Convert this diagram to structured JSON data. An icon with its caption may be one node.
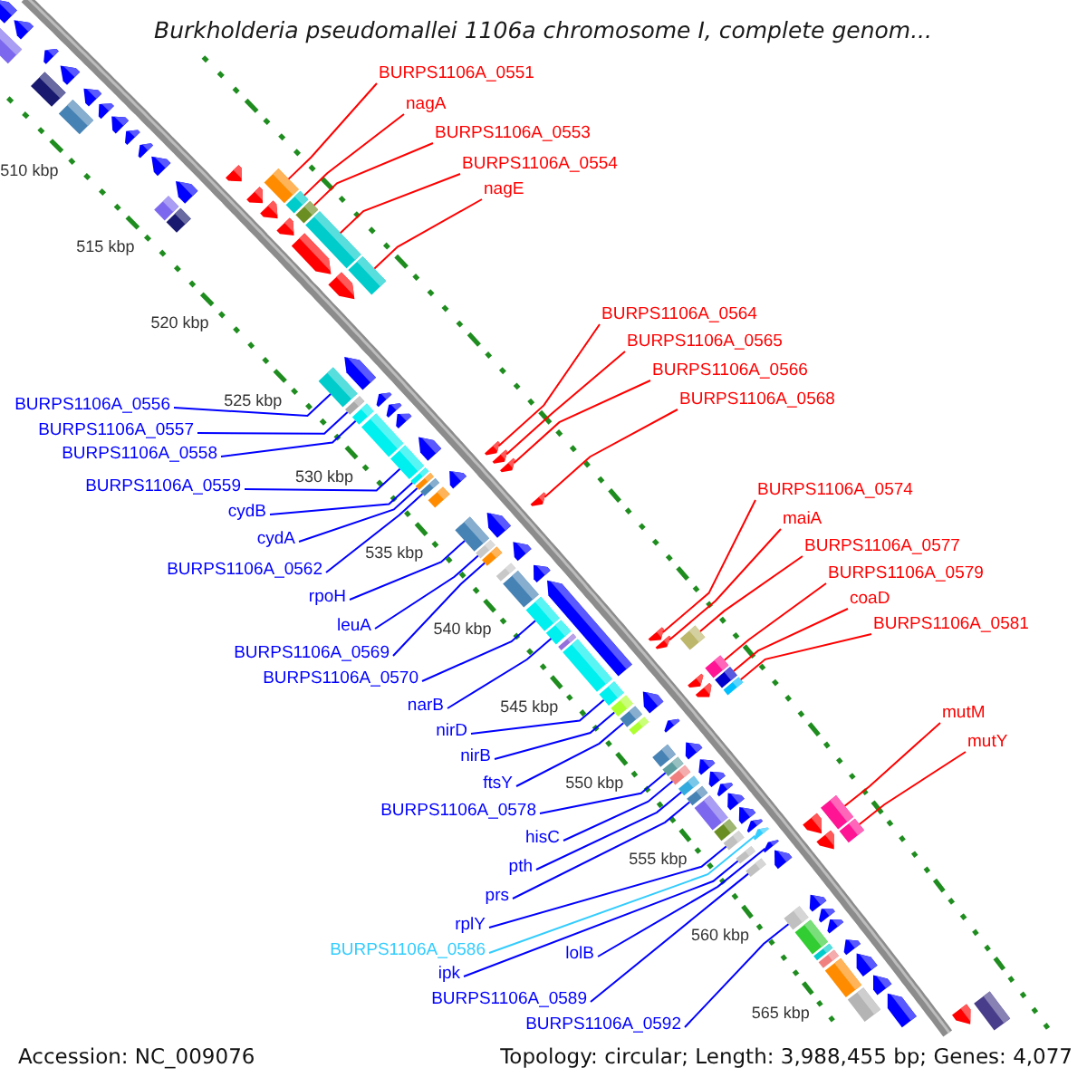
{
  "diagram": {
    "title": "Burkholderia pseudomallei 1106a chromosome I, complete genom...",
    "nodes": [
      {
        "text": [
          "BURPS1106A_0551"
        ]
      },
      {
        "text": [
          "nagA"
        ]
      },
      {
        "text": [
          "BURPS1106A_0553"
        ]
      },
      {
        "text": [
          "BURPS1106A_0554"
        ]
      },
      {
        "text": [
          "nagE"
        ]
      },
      {
        "text": [
          "BURPS1106A_0564"
        ]
      },
      {
        "text": [
          "BURPS1106A_0565"
        ]
      },
      {
        "text": [
          "BURPS1106A_0566"
        ]
      },
      {
        "text": [
          "BURPS1106A_0568"
        ]
      },
      {
        "text": [
          "BURPS1106A_0574"
        ]
      },
      {
        "text": [
          "maiA"
        ]
      },
      {
        "text": [
          "BURPS1106A_0577"
        ]
      },
      {
        "text": [
          "BURPS1106A_0579"
        ]
      },
      {
        "text": [
          "coaD"
        ]
      },
      {
        "text": [
          "BURPS1106A_0581"
        ]
      },
      {
        "text": [
          "mutM"
        ]
      },
      {
        "text": [
          "mutY"
        ]
      },
      {
        "text": [
          "BURPS1106A_0556"
        ]
      },
      {
        "text": [
          "BURPS1106A_0557"
        ]
      },
      {
        "text": [
          "BURPS1106A_0558"
        ]
      },
      {
        "text": [
          "BURPS1106A_0559"
        ]
      },
      {
        "text": [
          "cydB"
        ]
      },
      {
        "text": [
          "cydA"
        ]
      },
      {
        "text": [
          "BURPS1106A_0562"
        ]
      },
      {
        "text": [
          "rpoH"
        ]
      },
      {
        "text": [
          "leuA"
        ]
      },
      {
        "text": [
          "BURPS1106A_0569"
        ]
      },
      {
        "text": [
          "BURPS1106A_0570"
        ]
      },
      {
        "text": [
          "narB"
        ]
      },
      {
        "text": [
          "nirD"
        ]
      },
      {
        "text": [
          "nirB"
        ]
      },
      {
        "text": [
          "ftsY"
        ]
      },
      {
        "text": [
          "BURPS1106A_0578"
        ]
      },
      {
        "text": [
          "hisC"
        ]
      },
      {
        "text": [
          "pth"
        ]
      },
      {
        "text": [
          "prs"
        ]
      },
      {
        "text": [
          "rplY"
        ]
      },
      {
        "text": [
          "BURPS1106A_0586"
        ]
      },
      {
        "text": [
          "lolB"
        ]
      },
      {
        "text": [
          "ipk"
        ]
      },
      {
        "text": [
          "BURPS1106A_0589"
        ]
      },
      {
        "text": [
          "BURPS1106A_0592"
        ]
      },
      {
        "text": [],
        "shape": "arrow"
      },
      {
        "text": [],
        "shape": "arrow"
      },
      {
        "text": [],
        "shape": "box"
      },
      {
        "text": [],
        "shape": "arrow"
      },
      {
        "text": [],
        "shape": "box"
      },
      {
        "text": [],
        "shape": "arrow"
      },
      {
        "text": [],
        "shape": "arrow"
      },
      {
        "text": [],
        "shape": "box"
      },
      {
        "text": [],
        "shape": "arrow"
      },
      {
        "text": [],
        "shape": "arrow"
      },
      {
        "text": [],
        "shape": "arrow"
      },
      {
        "text": [],
        "shape": "arrow"
      },
      {
        "text": [],
        "shape": "arrow"
      },
      {
        "text": [],
        "shape": "arrow"
      },
      {
        "text": [],
        "shape": "box"
      },
      {
        "text": [],
        "shape": "box"
      },
      {
        "text": [],
        "shape": "arrow"
      },
      {
        "text": [],
        "shape": "arrow"
      },
      {
        "text": [],
        "shape": "box"
      },
      {
        "text": [],
        "shape": "arrow"
      },
      {
        "text": [],
        "shape": "box"
      },
      {
        "text": [],
        "shape": "arrow"
      },
      {
        "text": [],
        "shape": "box"
      },
      {
        "text": [],
        "shape": "arrow"
      },
      {
        "text": [],
        "shape": "box"
      },
      {
        "text": [],
        "shape": "arrow"
      },
      {
        "text": [],
        "shape": "box"
      },
      {
        "text": [],
        "shape": "box"
      },
      {
        "text": [],
        "shape": "arrow"
      },
      {
        "text": [],
        "shape": "box"
      },
      {
        "text": [],
        "shape": "box"
      },
      {
        "text": [],
        "shape": "arrow"
      },
      {
        "text": [],
        "shape": "arrow"
      },
      {
        "text": [],
        "shape": "arrow"
      },
      {
        "text": [],
        "shape": "box"
      },
      {
        "text": [],
        "shape": "box"
      },
      {
        "text": [],
        "shape": "arrow"
      },
      {
        "text": [],
        "shape": "box"
      },
      {
        "text": [],
        "shape": "box"
      },
      {
        "text": [],
        "shape": "box"
      },
      {
        "text": [],
        "shape": "arrow"
      },
      {
        "text": [],
        "shape": "box"
      },
      {
        "text": [],
        "shape": "arrow"
      },
      {
        "text": [],
        "shape": "arrow"
      },
      {
        "text": [],
        "shape": "arrow"
      },
      {
        "text": [],
        "shape": "box"
      },
      {
        "text": [],
        "shape": "arrow"
      },
      {
        "text": [],
        "shape": "box"
      },
      {
        "text": [],
        "shape": "arrow"
      },
      {
        "text": [],
        "shape": "box"
      },
      {
        "text": [],
        "shape": "arrow"
      },
      {
        "text": [],
        "shape": "box"
      },
      {
        "text": [],
        "shape": "arrow"
      },
      {
        "text": [],
        "shape": "box"
      },
      {
        "text": [],
        "shape": "box"
      },
      {
        "text": [],
        "shape": "box"
      },
      {
        "text": [],
        "shape": "arrow"
      },
      {
        "text": [],
        "shape": "box"
      },
      {
        "text": [],
        "shape": "box"
      },
      {
        "text": [],
        "shape": "arrow"
      },
      {
        "text": [],
        "shape": "arrow"
      },
      {
        "text": [],
        "shape": "box"
      },
      {
        "text": [],
        "shape": "box"
      },
      {
        "text": [],
        "shape": "box"
      },
      {
        "text": [],
        "shape": "arrow"
      },
      {
        "text": [],
        "shape": "box"
      },
      {
        "text": [],
        "shape": "box"
      },
      {
        "text": [],
        "shape": "arrow"
      },
      {
        "text": [],
        "shape": "box"
      },
      {
        "text": [],
        "shape": "arrow"
      },
      {
        "text": [],
        "shape": "arrow"
      },
      {
        "text": [],
        "shape": "box"
      },
      {
        "text": [],
        "shape": "box"
      },
      {
        "text": [],
        "shape": "box"
      },
      {
        "text": [],
        "shape": "arrow"
      },
      {
        "text": [],
        "shape": "box"
      },
      {
        "text": [],
        "shape": "box"
      },
      {
        "text": [],
        "shape": "arrow"
      },
      {
        "text": [],
        "shape": "box"
      },
      {
        "text": [],
        "shape": "arrow"
      },
      {
        "text": [],
        "shape": "box"
      },
      {
        "text": [],
        "shape": "arrow"
      },
      {
        "text": [],
        "shape": "box"
      },
      {
        "text": [],
        "shape": "arrow"
      },
      {
        "text": [],
        "shape": "arrow"
      },
      {
        "text": [],
        "shape": "box"
      },
      {
        "text": [],
        "shape": "arrow"
      },
      {
        "text": [],
        "shape": "box"
      },
      {
        "text": [],
        "shape": "arrow"
      },
      {
        "text": [],
        "shape": "box"
      },
      {
        "text": [],
        "shape": "arrow"
      },
      {
        "text": [],
        "shape": "box"
      },
      {
        "text": [],
        "shape": "arrow"
      },
      {
        "text": [],
        "shape": "arrow"
      },
      {
        "text": [],
        "shape": "box"
      },
      {
        "text": [],
        "shape": "arrow"
      },
      {
        "text": [],
        "shape": "box"
      },
      {
        "text": [],
        "shape": "arrow"
      },
      {
        "text": [],
        "shape": "box"
      },
      {
        "text": [],
        "shape": "arrow"
      },
      {
        "text": [],
        "shape": "box"
      },
      {
        "text": [],
        "shape": "arrow"
      },
      {
        "text": [],
        "shape": "box"
      },
      {
        "text": [],
        "shape": "box"
      },
      {
        "text": [],
        "shape": "arrow"
      },
      {
        "text": [],
        "shape": "arrow"
      },
      {
        "text": [],
        "shape": "box"
      },
      {
        "text": [],
        "shape": "arrow"
      },
      {
        "text": [],
        "shape": "box"
      },
      {
        "text": [],
        "shape": "arrow"
      },
      {
        "text": [],
        "shape": "arrow"
      },
      {
        "text": [],
        "shape": "box"
      }
    ],
    "edges": [
      {
        "from": 0,
        "to": 60,
        "arrow": "none",
        "color": "#ff0000"
      },
      {
        "from": 1,
        "to": 62,
        "arrow": "none",
        "color": "#ff0000"
      },
      {
        "from": 2,
        "to": 64,
        "arrow": "none",
        "color": "#ff0000"
      },
      {
        "from": 3,
        "to": 66,
        "arrow": "none",
        "color": "#ff0000"
      },
      {
        "from": 4,
        "to": 68,
        "arrow": "none",
        "color": "#ff0000"
      },
      {
        "from": 5,
        "to": 84,
        "arrow": "none",
        "color": "#ff0000"
      },
      {
        "from": 6,
        "to": 85,
        "arrow": "none",
        "color": "#ff0000"
      },
      {
        "from": 7,
        "to": 86,
        "arrow": "none",
        "color": "#ff0000"
      },
      {
        "from": 8,
        "to": 90,
        "arrow": "none",
        "color": "#ff0000"
      },
      {
        "from": 9,
        "to": 101,
        "arrow": "none",
        "color": "#ff0000"
      },
      {
        "from": 10,
        "to": 102,
        "arrow": "none",
        "color": "#ff0000"
      },
      {
        "from": 11,
        "to": 104,
        "arrow": "none",
        "color": "#ff0000"
      },
      {
        "from": 12,
        "to": 110,
        "arrow": "none",
        "color": "#ff0000"
      },
      {
        "from": 13,
        "to": 113,
        "arrow": "none",
        "color": "#ff0000"
      },
      {
        "from": 14,
        "to": 114,
        "arrow": "none",
        "color": "#ff0000"
      },
      {
        "from": 15,
        "to": 136,
        "arrow": "none",
        "color": "#ff0000"
      },
      {
        "from": 16,
        "to": 138,
        "arrow": "none",
        "color": "#ff0000"
      },
      {
        "from": 17,
        "to": 69,
        "arrow": "none"
      },
      {
        "from": 18,
        "to": 71,
        "arrow": "none"
      },
      {
        "from": 19,
        "to": 72,
        "arrow": "none"
      },
      {
        "from": 20,
        "to": 77,
        "arrow": "none"
      },
      {
        "from": 21,
        "to": 79,
        "arrow": "none"
      },
      {
        "from": 22,
        "to": 80,
        "arrow": "none"
      },
      {
        "from": 23,
        "to": 81,
        "arrow": "none"
      },
      {
        "from": 24,
        "to": 87,
        "arrow": "none"
      },
      {
        "from": 25,
        "to": 89,
        "arrow": "none"
      },
      {
        "from": 26,
        "to": 91,
        "arrow": "none"
      },
      {
        "from": 27,
        "to": 96,
        "arrow": "none"
      },
      {
        "from": 28,
        "to": 97,
        "arrow": "none"
      },
      {
        "from": 29,
        "to": 103,
        "arrow": "none"
      },
      {
        "from": 30,
        "to": 105,
        "arrow": "none"
      },
      {
        "from": 31,
        "to": 107,
        "arrow": "none"
      },
      {
        "from": 32,
        "to": 117,
        "arrow": "none"
      },
      {
        "from": 33,
        "to": 118,
        "arrow": "none"
      },
      {
        "from": 34,
        "to": 120,
        "arrow": "none"
      },
      {
        "from": 35,
        "to": 122,
        "arrow": "none"
      },
      {
        "from": 36,
        "to": 129,
        "arrow": "none"
      },
      {
        "from": 37,
        "to": 130,
        "arrow": "none",
        "color": "#33ccff"
      },
      {
        "from": 38,
        "to": 132,
        "arrow": "none"
      },
      {
        "from": 39,
        "to": 131,
        "arrow": "none"
      },
      {
        "from": 40,
        "to": 133,
        "arrow": "none"
      },
      {
        "from": 41,
        "to": 140,
        "arrow": "none"
      }
    ],
    "labels": [
      "510 kbp",
      "515 kbp",
      "520 kbp",
      "525 kbp",
      "530 kbp",
      "535 kbp",
      "540 kbp",
      "545 kbp",
      "550 kbp",
      "555 kbp",
      "560 kbp",
      "565 kbp",
      "Accession: NC_009076",
      "Topology: circular; Length: 3,988,455 bp; Genes: 4,077"
    ]
  }
}
